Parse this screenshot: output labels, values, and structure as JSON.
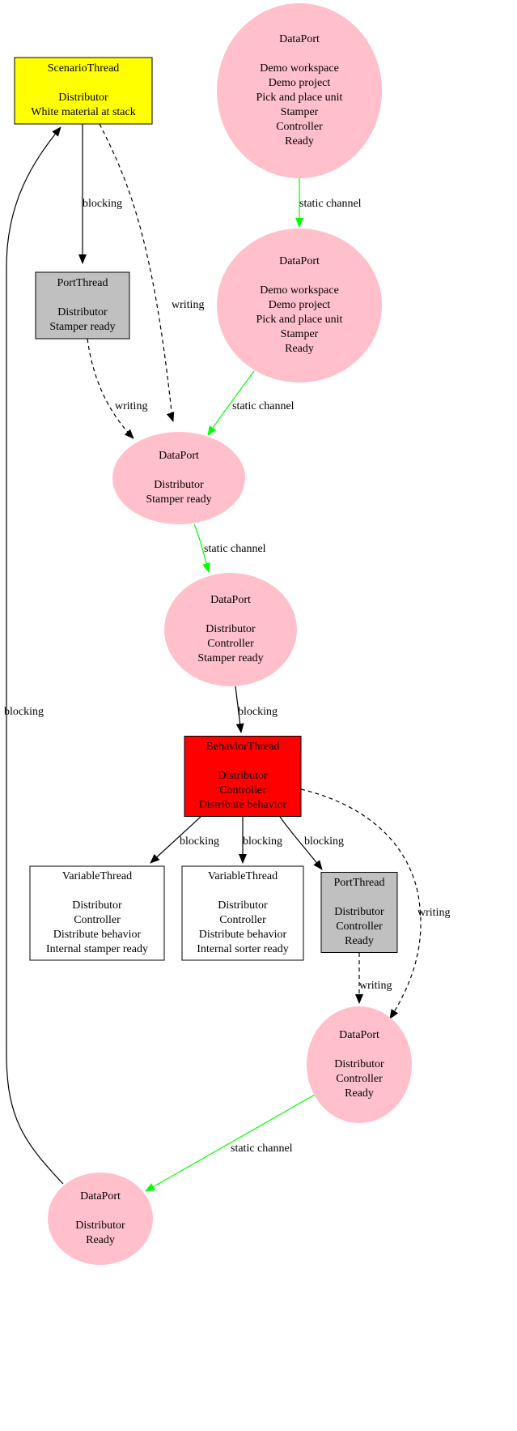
{
  "nodes": [
    {
      "id": "scenario",
      "kind": "box",
      "fill": "#ffff00",
      "lines": [
        "ScenarioThread",
        "",
        "Distributor",
        "White material at stack"
      ]
    },
    {
      "id": "dp_pick_ctrl",
      "kind": "ellipse",
      "fill": "#ffc0cb",
      "lines": [
        "DataPort",
        "",
        "Demo workspace",
        "Demo project",
        "Pick and place unit",
        "Stamper",
        "Controller",
        "Ready"
      ]
    },
    {
      "id": "dp_pick_stamper",
      "kind": "ellipse",
      "fill": "#ffc0cb",
      "lines": [
        "DataPort",
        "",
        "Demo workspace",
        "Demo project",
        "Pick and place unit",
        "Stamper",
        "Ready"
      ]
    },
    {
      "id": "port_stamper",
      "kind": "box",
      "fill": "#c0c0c0",
      "lines": [
        "PortThread",
        "",
        "Distributor",
        "Stamper ready"
      ]
    },
    {
      "id": "dp_stamper_ready",
      "kind": "ellipse",
      "fill": "#ffc0cb",
      "lines": [
        "DataPort",
        "",
        "Distributor",
        "Stamper ready"
      ]
    },
    {
      "id": "dp_ctrl_stamper",
      "kind": "ellipse",
      "fill": "#ffc0cb",
      "lines": [
        "DataPort",
        "",
        "Distributor",
        "Controller",
        "Stamper ready"
      ]
    },
    {
      "id": "behavior",
      "kind": "box",
      "fill": "#ff0000",
      "lines": [
        "BehaviorThread",
        "",
        "Distributor",
        "Controller",
        "Distribute behavior"
      ]
    },
    {
      "id": "var1",
      "kind": "box",
      "fill": "#ffffff",
      "lines": [
        "VariableThread",
        "",
        "Distributor",
        "Controller",
        "Distribute behavior",
        "Internal stamper ready"
      ]
    },
    {
      "id": "var2",
      "kind": "box",
      "fill": "#ffffff",
      "lines": [
        "VariableThread",
        "",
        "Distributor",
        "Controller",
        "Distribute behavior",
        "Internal sorter ready"
      ]
    },
    {
      "id": "port_ctrl",
      "kind": "box",
      "fill": "#c0c0c0",
      "lines": [
        "PortThread",
        "",
        "Distributor",
        "Controller",
        "Ready"
      ]
    },
    {
      "id": "dp_ctrl_ready",
      "kind": "ellipse",
      "fill": "#ffc0cb",
      "lines": [
        "DataPort",
        "",
        "Distributor",
        "Controller",
        "Ready"
      ]
    },
    {
      "id": "dp_ready",
      "kind": "ellipse",
      "fill": "#ffc0cb",
      "lines": [
        "DataPort",
        "",
        "Distributor",
        "Ready"
      ]
    }
  ],
  "edges": [
    {
      "id": "e1",
      "from": "scenario",
      "to": "port_stamper",
      "label": "blocking",
      "style": "solid",
      "color": "#000000"
    },
    {
      "id": "e2",
      "from": "scenario",
      "to": "dp_stamper_ready",
      "label": "writing",
      "style": "dashed",
      "color": "#000000"
    },
    {
      "id": "e3",
      "from": "dp_pick_ctrl",
      "to": "dp_pick_stamper",
      "label": "static channel",
      "style": "solid",
      "color": "#00ff00"
    },
    {
      "id": "e4",
      "from": "port_stamper",
      "to": "dp_stamper_ready",
      "label": "writing",
      "style": "dashed",
      "color": "#000000"
    },
    {
      "id": "e5",
      "from": "dp_pick_stamper",
      "to": "dp_stamper_ready",
      "label": "static channel",
      "style": "solid",
      "color": "#00ff00"
    },
    {
      "id": "e6",
      "from": "dp_stamper_ready",
      "to": "dp_ctrl_stamper",
      "label": "static channel",
      "style": "solid",
      "color": "#00ff00"
    },
    {
      "id": "e7",
      "from": "dp_ctrl_stamper",
      "to": "behavior",
      "label": "blocking",
      "style": "solid",
      "color": "#000000"
    },
    {
      "id": "e8",
      "from": "behavior",
      "to": "var1",
      "label": "blocking",
      "style": "solid",
      "color": "#000000"
    },
    {
      "id": "e9",
      "from": "behavior",
      "to": "var2",
      "label": "blocking",
      "style": "solid",
      "color": "#000000"
    },
    {
      "id": "e10",
      "from": "behavior",
      "to": "port_ctrl",
      "label": "blocking",
      "style": "solid",
      "color": "#000000"
    },
    {
      "id": "e11",
      "from": "behavior",
      "to": "dp_ctrl_ready",
      "label": "writing",
      "style": "dashed",
      "color": "#000000"
    },
    {
      "id": "e12",
      "from": "port_ctrl",
      "to": "dp_ctrl_ready",
      "label": "writing",
      "style": "dashed",
      "color": "#000000"
    },
    {
      "id": "e13",
      "from": "dp_ctrl_ready",
      "to": "dp_ready",
      "label": "static channel",
      "style": "solid",
      "color": "#00ff00"
    },
    {
      "id": "e14",
      "from": "dp_ready",
      "to": "scenario",
      "label": "blocking",
      "style": "solid",
      "color": "#000000"
    }
  ]
}
